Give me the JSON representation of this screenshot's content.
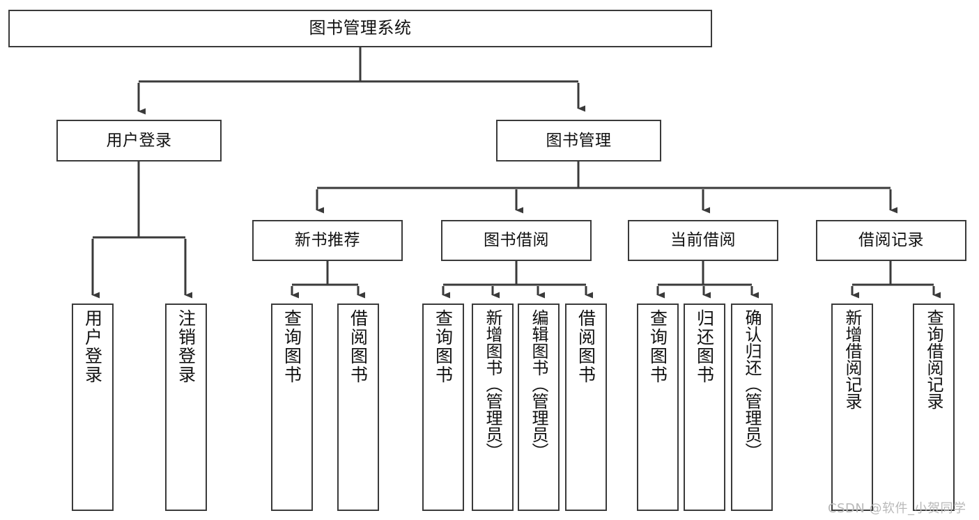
{
  "diagram": {
    "title_node": {
      "label": "图书管理系统"
    },
    "level1": [
      {
        "id": "user-login",
        "label": "用户登录"
      },
      {
        "id": "book-management",
        "label": "图书管理"
      }
    ],
    "level2": [
      {
        "id": "new-book-recommend",
        "label": "新书推荐"
      },
      {
        "id": "book-borrow",
        "label": "图书借阅"
      },
      {
        "id": "current-borrow",
        "label": "当前借阅"
      },
      {
        "id": "borrow-record",
        "label": "借阅记录"
      }
    ],
    "leaves": {
      "user_login": [
        {
          "id": "user-login-leaf",
          "label": "用户登录"
        },
        {
          "id": "logout-leaf",
          "label": "注销登录"
        }
      ],
      "new_book_recommend": [
        {
          "id": "query-book-1",
          "label": "查询图书"
        },
        {
          "id": "borrow-book-1",
          "label": "借阅图书"
        }
      ],
      "book_borrow": [
        {
          "id": "query-book-2",
          "label": "查询图书"
        },
        {
          "id": "add-book-admin",
          "label": "新增图书（管理员）"
        },
        {
          "id": "edit-book-admin",
          "label": "编辑图书（管理员）"
        },
        {
          "id": "borrow-book-2",
          "label": "借阅图书"
        }
      ],
      "current_borrow": [
        {
          "id": "query-book-3",
          "label": "查询图书"
        },
        {
          "id": "return-book",
          "label": "归还图书"
        },
        {
          "id": "confirm-return-admin",
          "label": "确认归还（管理员）"
        }
      ],
      "borrow_record": [
        {
          "id": "add-borrow-record",
          "label": "新增借阅记录"
        },
        {
          "id": "query-borrow-record",
          "label": "查询借阅记录"
        }
      ]
    },
    "watermark": "CSDN @软件_小贺同学",
    "colors": {
      "stroke": "#3a3a3a",
      "text": "#111111",
      "background": "#ffffff",
      "watermark": "#b9b9b9"
    }
  }
}
